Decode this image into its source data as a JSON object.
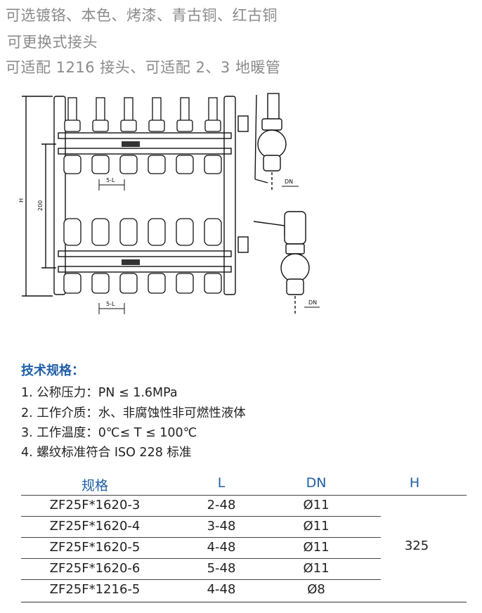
{
  "intro": {
    "line1": "可选镀铬、本色、烤漆、青古铜、红古铜",
    "line2": "可更换式接头",
    "line3": "可适配 1216 接头、可适配 2、3 地暖管"
  },
  "drawing": {
    "label_H": "H",
    "label_200": "200",
    "label_5L_top": "5-L",
    "label_5L_bottom": "5-L",
    "label_DN_top": "DN",
    "label_DN_bottom": "DN"
  },
  "specs": {
    "heading": "技术规格：",
    "items": [
      "1. 公称压力：PN ≤ 1.6MPa",
      "2. 工作介质：水、非腐蚀性非可燃性液体",
      "3. 工作温度：0℃≤ T ≤ 100℃",
      "4. 螺纹标准符合 ISO 228 标准"
    ]
  },
  "table": {
    "headers": [
      "规格",
      "L",
      "DN",
      "H"
    ],
    "rows": [
      {
        "model": "ZF25F*1620-3",
        "L": "2-48",
        "DN": "Ø11"
      },
      {
        "model": "ZF25F*1620-4",
        "L": "3-48",
        "DN": "Ø11"
      },
      {
        "model": "ZF25F*1620-5",
        "L": "4-48",
        "DN": "Ø11"
      },
      {
        "model": "ZF25F*1620-6",
        "L": "5-48",
        "DN": "Ø11"
      },
      {
        "model": "ZF25F*1216-5",
        "L": "4-48",
        "DN": "Ø8"
      }
    ],
    "H_value": "325"
  },
  "colors": {
    "heading": "#1f5fa8",
    "intro": "#8a8a8a",
    "text": "#222222"
  }
}
